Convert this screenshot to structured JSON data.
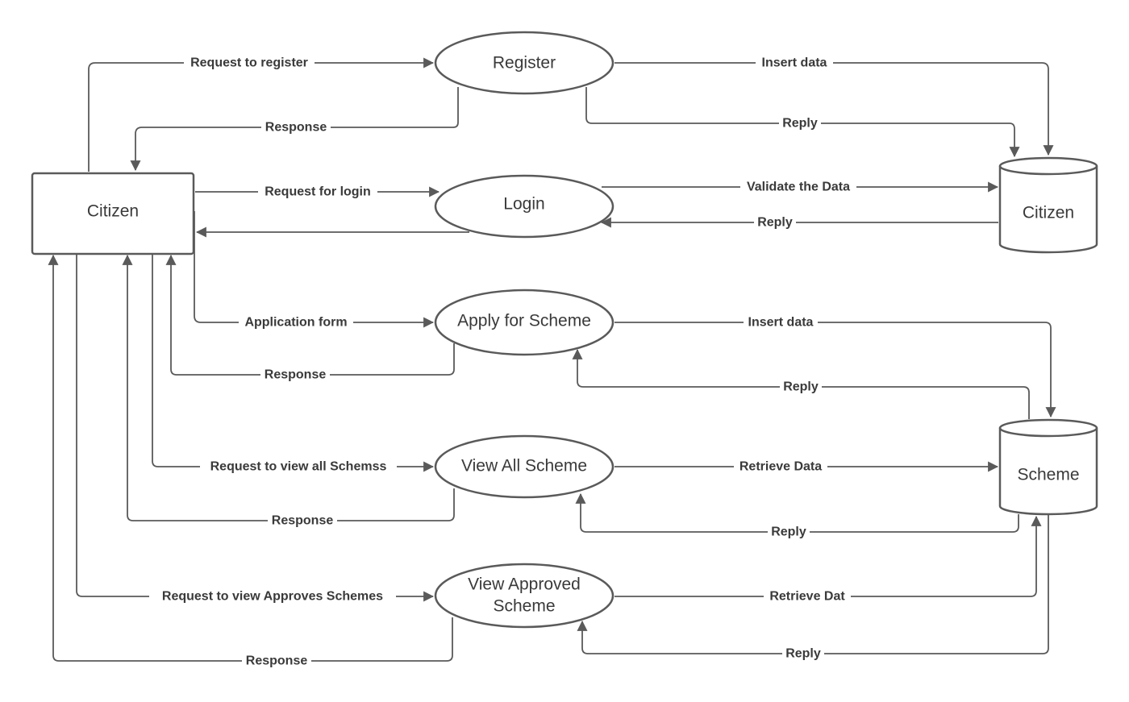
{
  "diagram": {
    "nodes": {
      "citizen_entity": "Citizen",
      "register": "Register",
      "login": "Login",
      "apply_scheme": "Apply for Scheme",
      "view_all_scheme": "View All Scheme",
      "view_approved_line1": "View Approved",
      "view_approved_line2": "Scheme",
      "citizen_store": "Citizen",
      "scheme_store": "Scheme"
    },
    "edges": {
      "request_to_register": "Request to register",
      "register_response": "Response",
      "register_insert": "Insert  data",
      "register_reply": "Reply",
      "request_for_login": "Request for login",
      "validate_data": "Validate the Data",
      "login_reply": "Reply",
      "application_form": "Application form",
      "apply_response": "Response",
      "apply_insert": "Insert data",
      "apply_reply": "Reply",
      "request_view_all": "Request to view all Schemss",
      "view_all_response": "Response",
      "retrieve_data": "Retrieve Data",
      "view_all_reply": "Reply",
      "request_view_approved": "Request to view Approves Schemes",
      "approved_response": "Response",
      "retrieve_dat": "Retrieve Dat",
      "approved_reply": "Reply"
    }
  },
  "colors": {
    "stroke": "#5a5a5a",
    "text": "#3a3a3a",
    "background": "#ffffff"
  }
}
